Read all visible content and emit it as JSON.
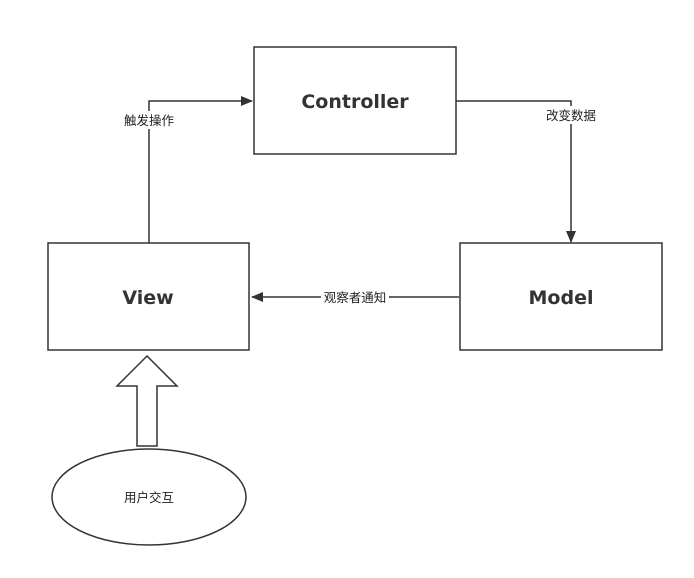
{
  "nodes": {
    "controller": {
      "label": "Controller"
    },
    "view": {
      "label": "View"
    },
    "model": {
      "label": "Model"
    },
    "user": {
      "label": "用户交互"
    }
  },
  "edges": {
    "view_to_controller": {
      "label": "触发操作"
    },
    "controller_to_model": {
      "label": "改变数据"
    },
    "model_to_view": {
      "label": "观察者通知"
    }
  },
  "colors": {
    "stroke": "#333333",
    "background": "#ffffff"
  }
}
